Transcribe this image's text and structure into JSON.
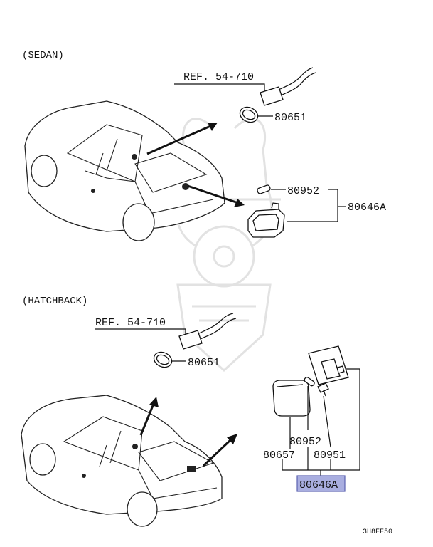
{
  "sections": {
    "sedan": {
      "title": "(SEDAN)",
      "ref_label": "REF. 54-710",
      "parts": {
        "lens": "80651",
        "bulb": "80952",
        "assembly": "80646A"
      }
    },
    "hatchback": {
      "title": "(HATCHBACK)",
      "ref_label": "REF. 54-710",
      "parts": {
        "lens": "80651",
        "bulb": "80952",
        "screw": "80951",
        "cover": "80657",
        "assembly": "80646A"
      }
    }
  },
  "footer": {
    "code": "3H8FF50"
  },
  "colors": {
    "highlight": "#a9aee0",
    "highlight_border": "#5a62b0",
    "line": "#111111"
  }
}
